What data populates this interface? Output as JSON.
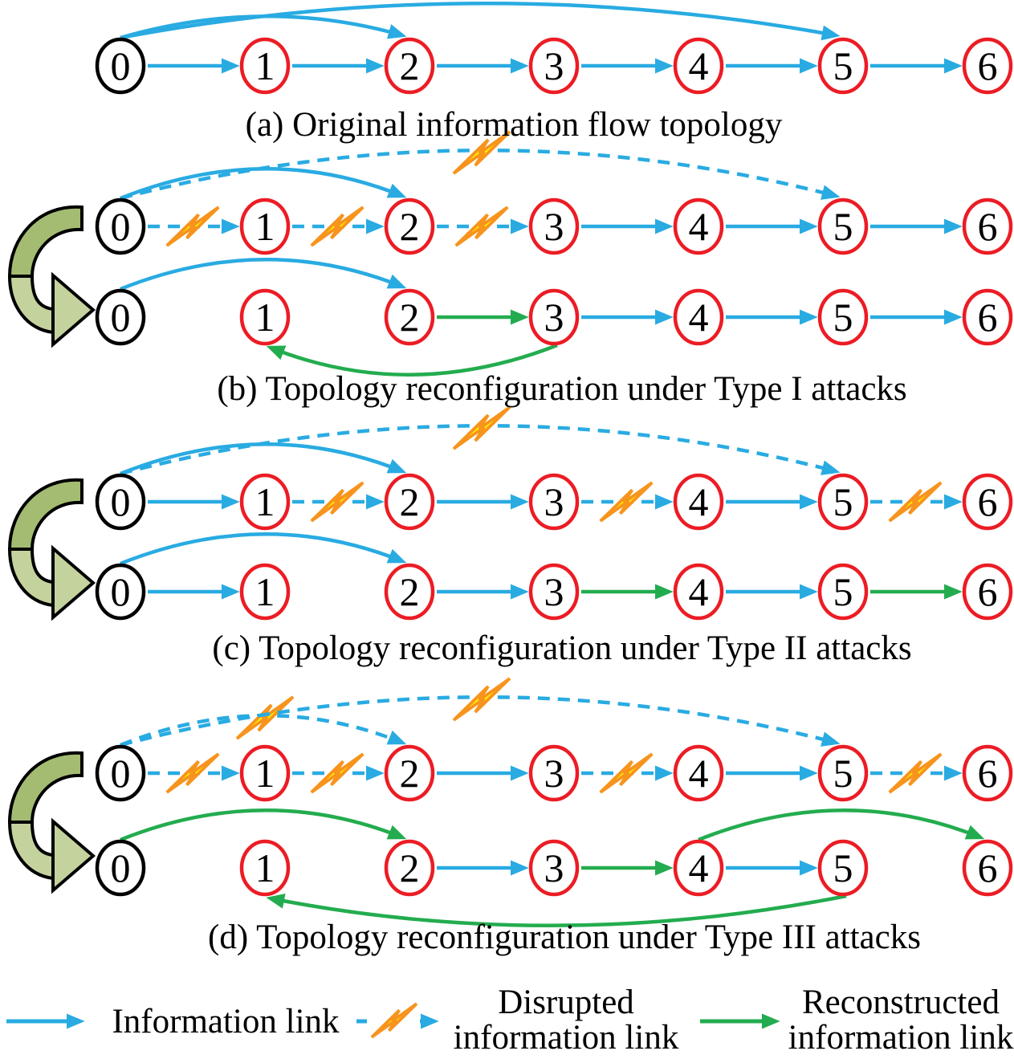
{
  "nodes": [
    "0",
    "1",
    "2",
    "3",
    "4",
    "5",
    "6"
  ],
  "colors": {
    "information_link": "#29ABE2",
    "reconstructed_link": "#23AC4F",
    "follower_node_stroke": "#EC1C24",
    "leader_node_stroke": "#000000",
    "bolt_fill": "#FFF200",
    "bolt_stroke": "#F7941D",
    "transform_arrow_dark": "#A4BC72",
    "transform_arrow_light": "#C4D29E"
  },
  "sections": [
    {
      "key": "a",
      "caption": "(a) Original information flow topology",
      "rows": [
        {
          "name": "original",
          "edges": [
            {
              "from": 0,
              "to": 1,
              "type": "info"
            },
            {
              "from": 1,
              "to": 2,
              "type": "info"
            },
            {
              "from": 2,
              "to": 3,
              "type": "info"
            },
            {
              "from": 3,
              "to": 4,
              "type": "info"
            },
            {
              "from": 4,
              "to": 5,
              "type": "info"
            },
            {
              "from": 5,
              "to": 6,
              "type": "info"
            },
            {
              "from": 0,
              "to": 2,
              "type": "info",
              "arc": "above"
            },
            {
              "from": 0,
              "to": 5,
              "type": "info",
              "arc": "above"
            }
          ]
        }
      ]
    },
    {
      "key": "b",
      "caption": "(b) Topology reconfiguration under Type I attacks",
      "rows": [
        {
          "name": "attacked",
          "edges": [
            {
              "from": 0,
              "to": 1,
              "type": "disrupted"
            },
            {
              "from": 1,
              "to": 2,
              "type": "disrupted"
            },
            {
              "from": 2,
              "to": 3,
              "type": "disrupted"
            },
            {
              "from": 3,
              "to": 4,
              "type": "info"
            },
            {
              "from": 4,
              "to": 5,
              "type": "info"
            },
            {
              "from": 5,
              "to": 6,
              "type": "info"
            },
            {
              "from": 0,
              "to": 2,
              "type": "info",
              "arc": "above"
            },
            {
              "from": 0,
              "to": 5,
              "type": "disrupted",
              "arc": "above"
            }
          ]
        },
        {
          "name": "reconfigured",
          "edges": [
            {
              "from": 0,
              "to": 2,
              "type": "info",
              "arc": "above"
            },
            {
              "from": 2,
              "to": 3,
              "type": "reconstructed"
            },
            {
              "from": 3,
              "to": 4,
              "type": "info"
            },
            {
              "from": 4,
              "to": 5,
              "type": "info"
            },
            {
              "from": 5,
              "to": 6,
              "type": "info"
            },
            {
              "from": 3,
              "to": 1,
              "type": "reconstructed",
              "arc": "below"
            }
          ]
        }
      ]
    },
    {
      "key": "c",
      "caption": "(c) Topology reconfiguration under Type II attacks",
      "rows": [
        {
          "name": "attacked",
          "edges": [
            {
              "from": 0,
              "to": 1,
              "type": "info"
            },
            {
              "from": 1,
              "to": 2,
              "type": "disrupted"
            },
            {
              "from": 2,
              "to": 3,
              "type": "info"
            },
            {
              "from": 3,
              "to": 4,
              "type": "disrupted"
            },
            {
              "from": 4,
              "to": 5,
              "type": "info"
            },
            {
              "from": 5,
              "to": 6,
              "type": "disrupted"
            },
            {
              "from": 0,
              "to": 2,
              "type": "info",
              "arc": "above"
            },
            {
              "from": 0,
              "to": 5,
              "type": "disrupted",
              "arc": "above"
            }
          ]
        },
        {
          "name": "reconfigured",
          "edges": [
            {
              "from": 0,
              "to": 1,
              "type": "info"
            },
            {
              "from": 0,
              "to": 2,
              "type": "info",
              "arc": "above"
            },
            {
              "from": 2,
              "to": 3,
              "type": "info"
            },
            {
              "from": 3,
              "to": 4,
              "type": "reconstructed"
            },
            {
              "from": 4,
              "to": 5,
              "type": "info"
            },
            {
              "from": 5,
              "to": 6,
              "type": "reconstructed"
            }
          ]
        }
      ]
    },
    {
      "key": "d",
      "caption": "(d) Topology reconfiguration under Type III attacks",
      "rows": [
        {
          "name": "attacked",
          "edges": [
            {
              "from": 0,
              "to": 1,
              "type": "disrupted"
            },
            {
              "from": 1,
              "to": 2,
              "type": "disrupted"
            },
            {
              "from": 2,
              "to": 3,
              "type": "info"
            },
            {
              "from": 3,
              "to": 4,
              "type": "disrupted"
            },
            {
              "from": 4,
              "to": 5,
              "type": "info"
            },
            {
              "from": 5,
              "to": 6,
              "type": "disrupted"
            },
            {
              "from": 0,
              "to": 2,
              "type": "disrupted",
              "arc": "above"
            },
            {
              "from": 0,
              "to": 5,
              "type": "disrupted",
              "arc": "above"
            }
          ]
        },
        {
          "name": "reconfigured",
          "edges": [
            {
              "from": 0,
              "to": 2,
              "type": "reconstructed",
              "arc": "above"
            },
            {
              "from": 2,
              "to": 3,
              "type": "info"
            },
            {
              "from": 3,
              "to": 4,
              "type": "reconstructed"
            },
            {
              "from": 4,
              "to": 5,
              "type": "info"
            },
            {
              "from": 4,
              "to": 6,
              "type": "reconstructed",
              "arc": "above"
            },
            {
              "from": 5,
              "to": 1,
              "type": "reconstructed",
              "arc": "below"
            }
          ]
        }
      ]
    }
  ],
  "legend": {
    "items": [
      {
        "symbol": "information-link",
        "label": "Information link"
      },
      {
        "symbol": "disrupted-link",
        "label_lines": [
          "Disrupted",
          "information link"
        ]
      },
      {
        "symbol": "reconstructed-link",
        "label_lines": [
          "Reconstructed",
          "information link"
        ]
      }
    ]
  }
}
